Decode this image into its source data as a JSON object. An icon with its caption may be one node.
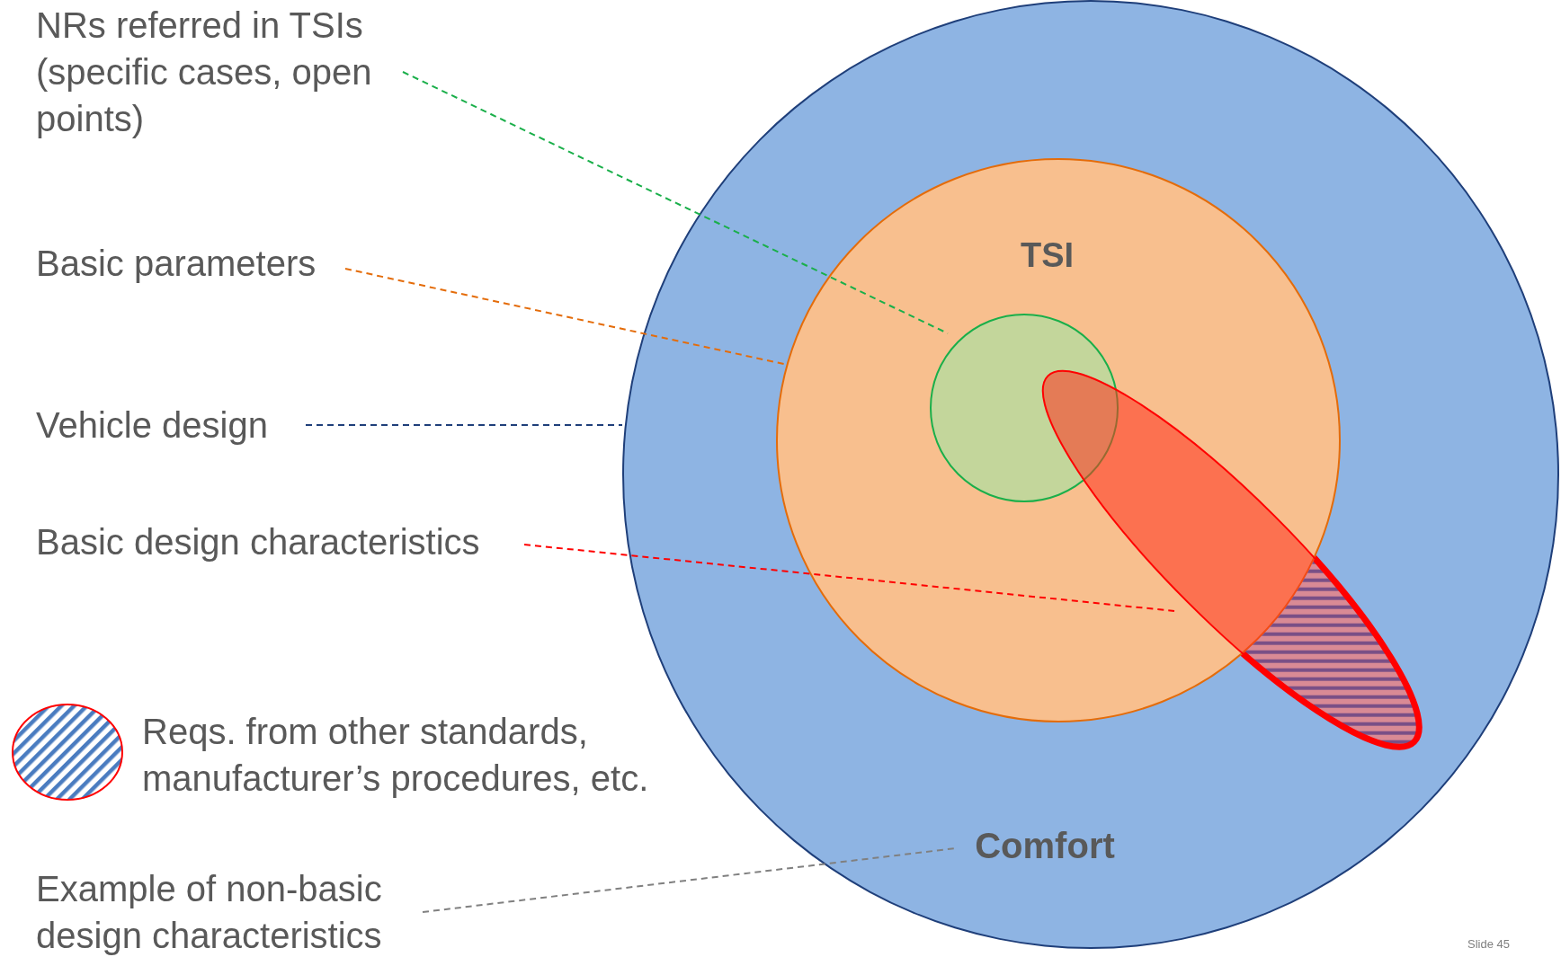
{
  "diagram": {
    "nodes": [
      {
        "text": [
          "NRs referred in TSIs (specific cases, open points)"
        ]
      },
      {
        "text": [
          "Basic parameters"
        ]
      },
      {
        "text": [
          "Vehicle design"
        ]
      },
      {
        "text": [
          "Basic design characteristics"
        ]
      },
      {
        "text": [],
        "shape": "circle"
      },
      {
        "text": [
          "TSI"
        ],
        "in": 4
      },
      {
        "text": [],
        "shape": "circle",
        "in": 5
      },
      {
        "text": [],
        "shape": "ellipse",
        "in": 4
      },
      {
        "text": [
          "Comfort"
        ],
        "in": 4
      },
      {
        "text": [
          "Example of non-basic design characteristics"
        ]
      }
    ],
    "edges": [
      {
        "from": 0,
        "to": 6,
        "arrow": "none",
        "style": "dashed",
        "color": "#1aaf4a"
      },
      {
        "from": 1,
        "to": 5,
        "arrow": "none",
        "style": "dashed",
        "color": "#e46c0a"
      },
      {
        "from": 2,
        "to": 4,
        "arrow": "none",
        "style": "dashed",
        "color": "#1f3f7a"
      },
      {
        "from": 3,
        "to": 7,
        "arrow": "none",
        "style": "dashed",
        "color": "#ff0000"
      },
      {
        "from": 9,
        "to": 8,
        "arrow": "none",
        "style": "dashed",
        "color": "#808080"
      }
    ],
    "labels": [
      "Slide 45"
    ],
    "legend": [
      {
        "text": "Reqs. from other standards, manufacturer’s procedures, etc."
      }
    ]
  }
}
